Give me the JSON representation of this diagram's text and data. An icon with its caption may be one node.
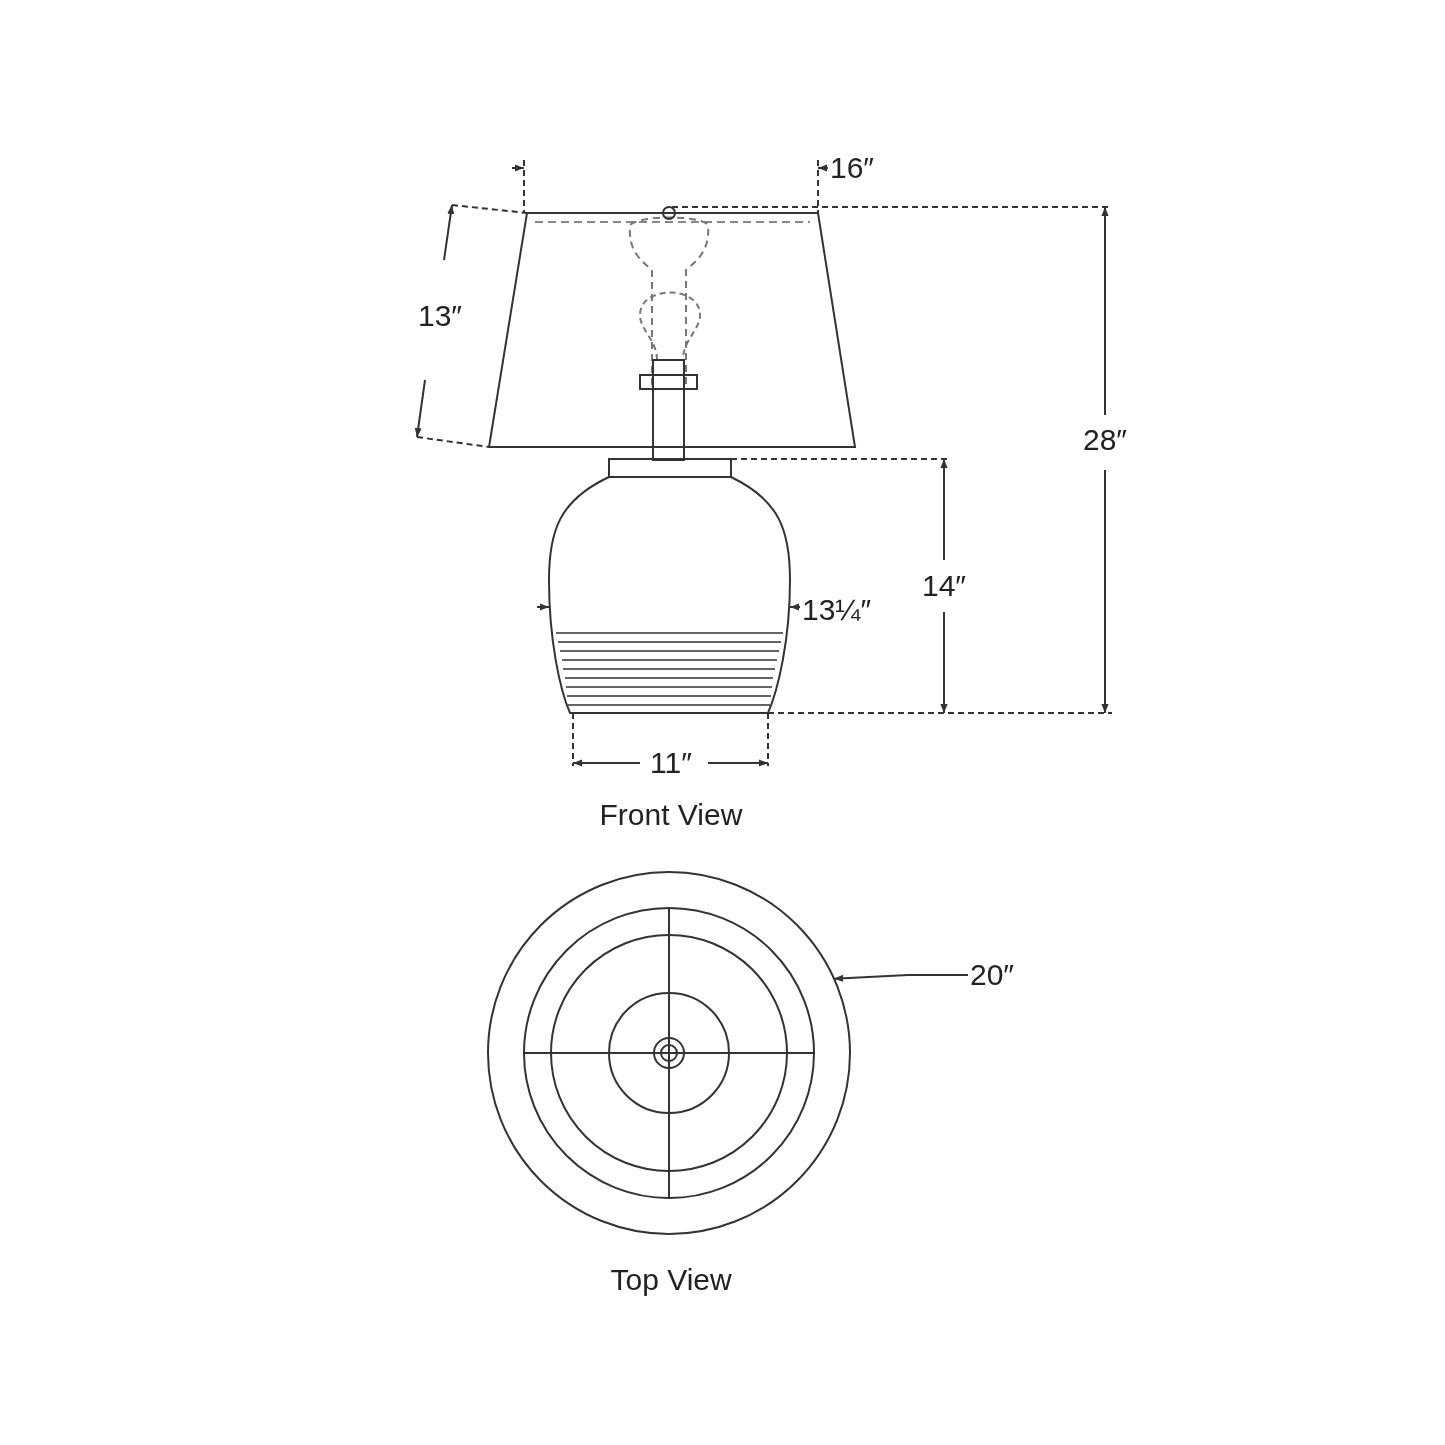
{
  "diagram": {
    "nodes": [
      {
        "text": [
          "20″"
        ]
      },
      {
        "text": [],
        "shape": "circle"
      }
    ],
    "edges": [
      {
        "from": 0,
        "to": 1,
        "arrow": "to"
      }
    ],
    "labels": [
      "16″",
      "13″",
      "28″",
      "14″",
      "13¼″",
      "11″",
      "Front View",
      "Top View"
    ]
  }
}
